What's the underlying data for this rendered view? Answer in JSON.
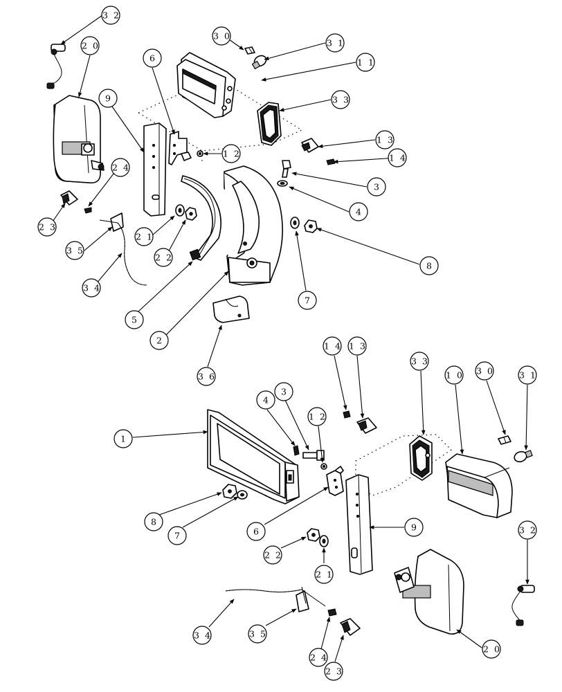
{
  "callouts": [
    {
      "id": "c32a",
      "text": "3 2"
    },
    {
      "id": "c20a",
      "text": "2 0"
    },
    {
      "id": "c30a",
      "text": "3 0"
    },
    {
      "id": "c31a",
      "text": "3 1"
    },
    {
      "id": "c11",
      "text": "1 1"
    },
    {
      "id": "c6a",
      "text": "6"
    },
    {
      "id": "c9a",
      "text": "9"
    },
    {
      "id": "c33a",
      "text": "3 3"
    },
    {
      "id": "c13a",
      "text": "1 3"
    },
    {
      "id": "c14a",
      "text": "1 4"
    },
    {
      "id": "c12a",
      "text": "1 2"
    },
    {
      "id": "c24a",
      "text": "2 4"
    },
    {
      "id": "c3a",
      "text": "3"
    },
    {
      "id": "c4a",
      "text": "4"
    },
    {
      "id": "c23a",
      "text": "2 3"
    },
    {
      "id": "c21a",
      "text": "2 1"
    },
    {
      "id": "c35a",
      "text": "3 5"
    },
    {
      "id": "c22a",
      "text": "2 2"
    },
    {
      "id": "c8a",
      "text": "8"
    },
    {
      "id": "c34a",
      "text": "3 4"
    },
    {
      "id": "c7a",
      "text": "7"
    },
    {
      "id": "c5a",
      "text": "5"
    },
    {
      "id": "c2a",
      "text": "2"
    },
    {
      "id": "c36a",
      "text": "3 6"
    },
    {
      "id": "c14b",
      "text": "1 4"
    },
    {
      "id": "c13b",
      "text": "1 3"
    },
    {
      "id": "c33b",
      "text": "3 3"
    },
    {
      "id": "c10",
      "text": "1 0"
    },
    {
      "id": "c30b",
      "text": "3 0"
    },
    {
      "id": "c31b",
      "text": "3 1"
    },
    {
      "id": "c4b",
      "text": "4"
    },
    {
      "id": "c3b",
      "text": "3"
    },
    {
      "id": "c12b",
      "text": "1 2"
    },
    {
      "id": "c1",
      "text": "1"
    },
    {
      "id": "c8b",
      "text": "8"
    },
    {
      "id": "c7b",
      "text": "7"
    },
    {
      "id": "c6b",
      "text": "6"
    },
    {
      "id": "c9b",
      "text": "9"
    },
    {
      "id": "c32b",
      "text": "3 2"
    },
    {
      "id": "c22b",
      "text": "2 2"
    },
    {
      "id": "c21b",
      "text": "2 1"
    },
    {
      "id": "c34b",
      "text": "3 4"
    },
    {
      "id": "c35b",
      "text": "3 5"
    },
    {
      "id": "c24b",
      "text": "2 4"
    },
    {
      "id": "c23b",
      "text": "2 3"
    },
    {
      "id": "c20b",
      "text": "2 0"
    }
  ]
}
